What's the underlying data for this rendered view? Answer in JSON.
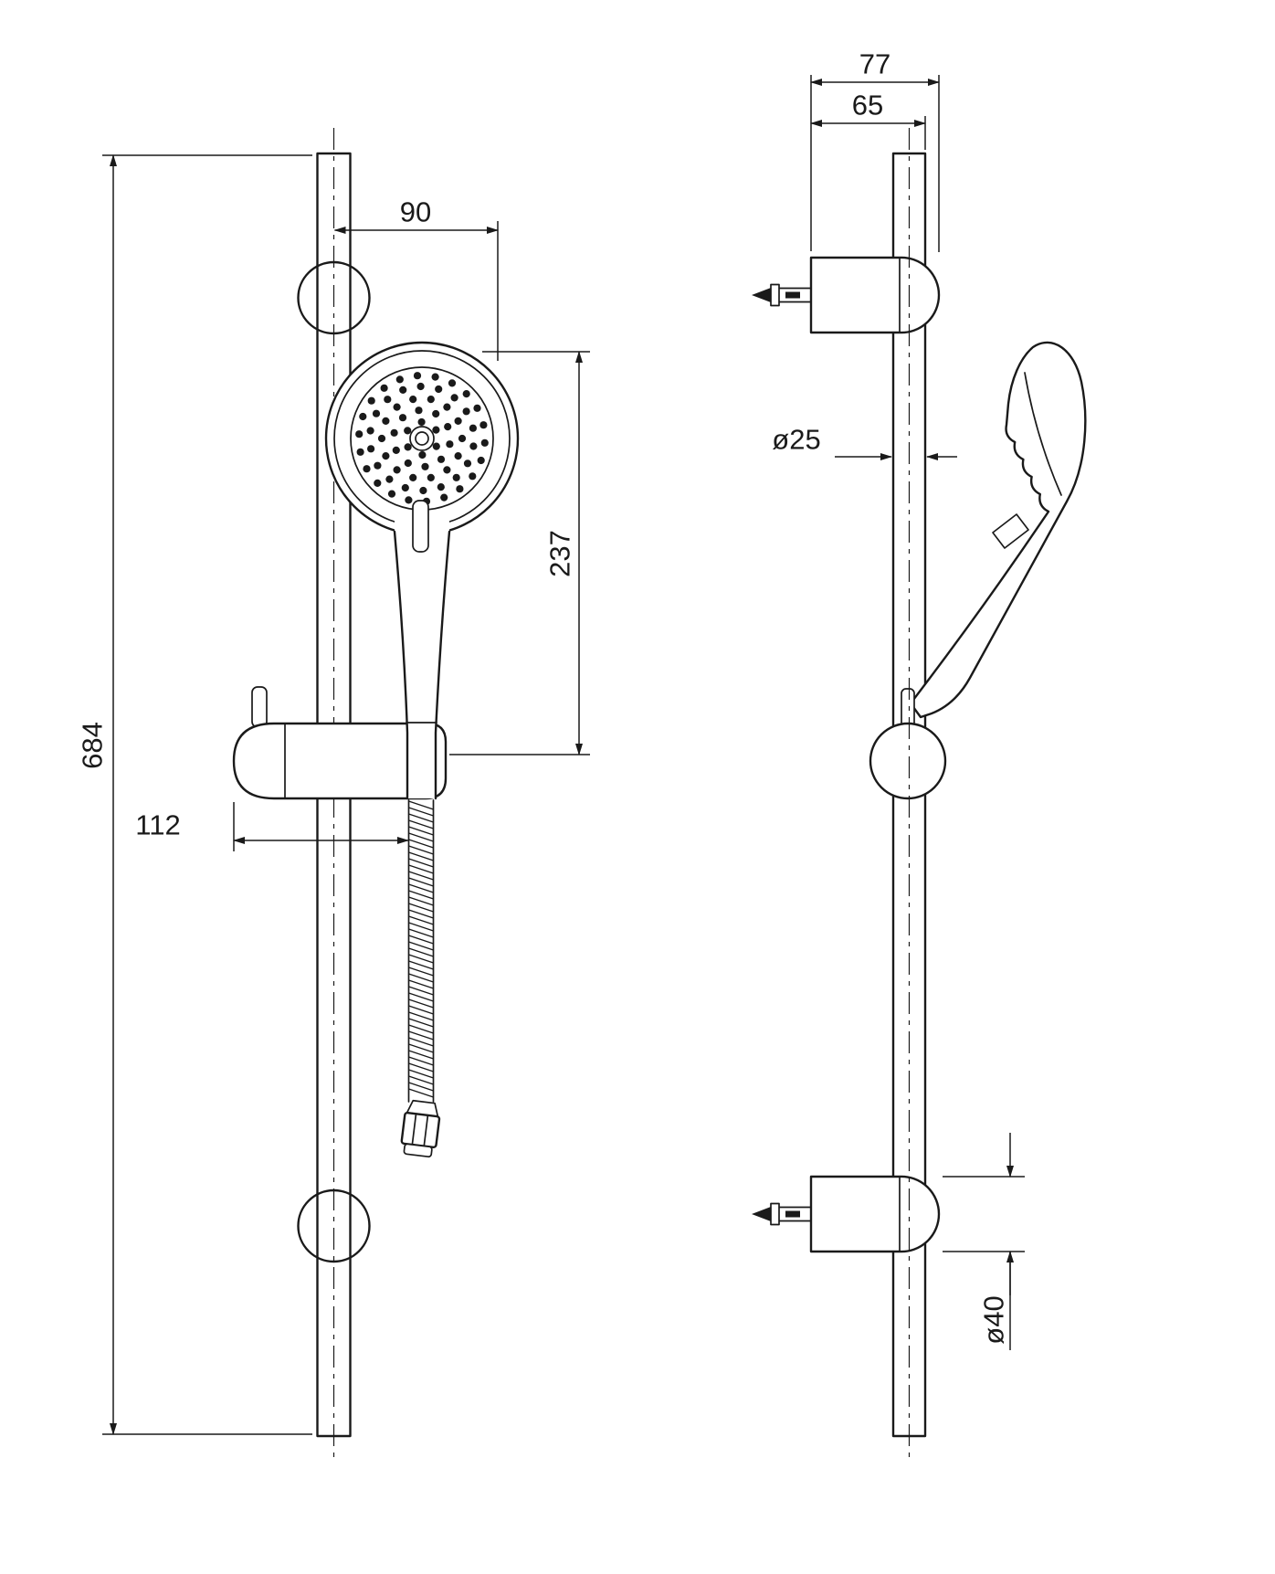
{
  "drawing": {
    "background": "#ffffff",
    "line_color": "#1a1a1a",
    "dimensions": {
      "overall_height": "684",
      "head_offset": "90",
      "handshower_length": "237",
      "holder_offset": "112",
      "bracket_depth": "77",
      "wall_to_rail": "65",
      "rail_diameter": "ø25",
      "bracket_diameter": "ø40"
    }
  }
}
